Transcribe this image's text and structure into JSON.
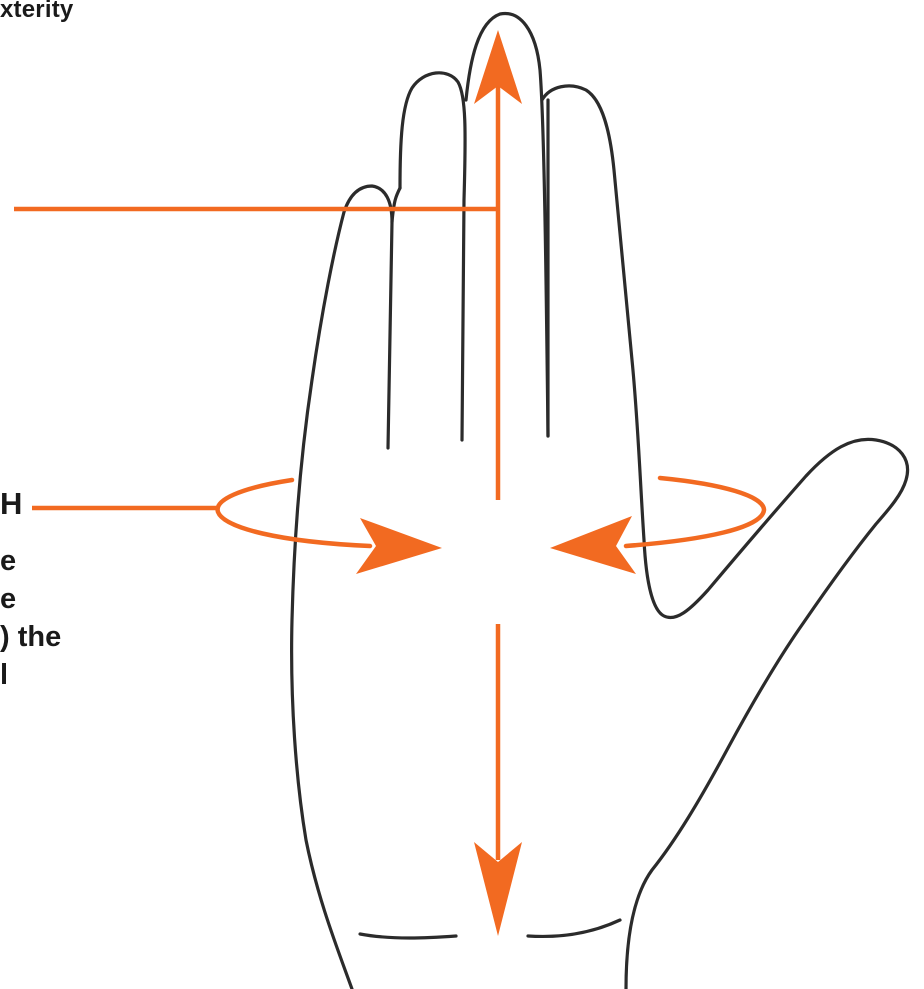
{
  "captions": {
    "top_fragment": "xterity",
    "side_letter": "H",
    "side_fragments": [
      "e",
      "e",
      ") the",
      "l"
    ]
  },
  "colors": {
    "arrow": "#f26a21",
    "outline": "#2b2b2b",
    "text": "#1a1a1a",
    "background": "#ffffff"
  },
  "icons": {
    "hand": "hand-outline-icon",
    "length_arrow": "double-headed-arrow-icon",
    "girth_arrows": "circumference-arrow-icon"
  }
}
